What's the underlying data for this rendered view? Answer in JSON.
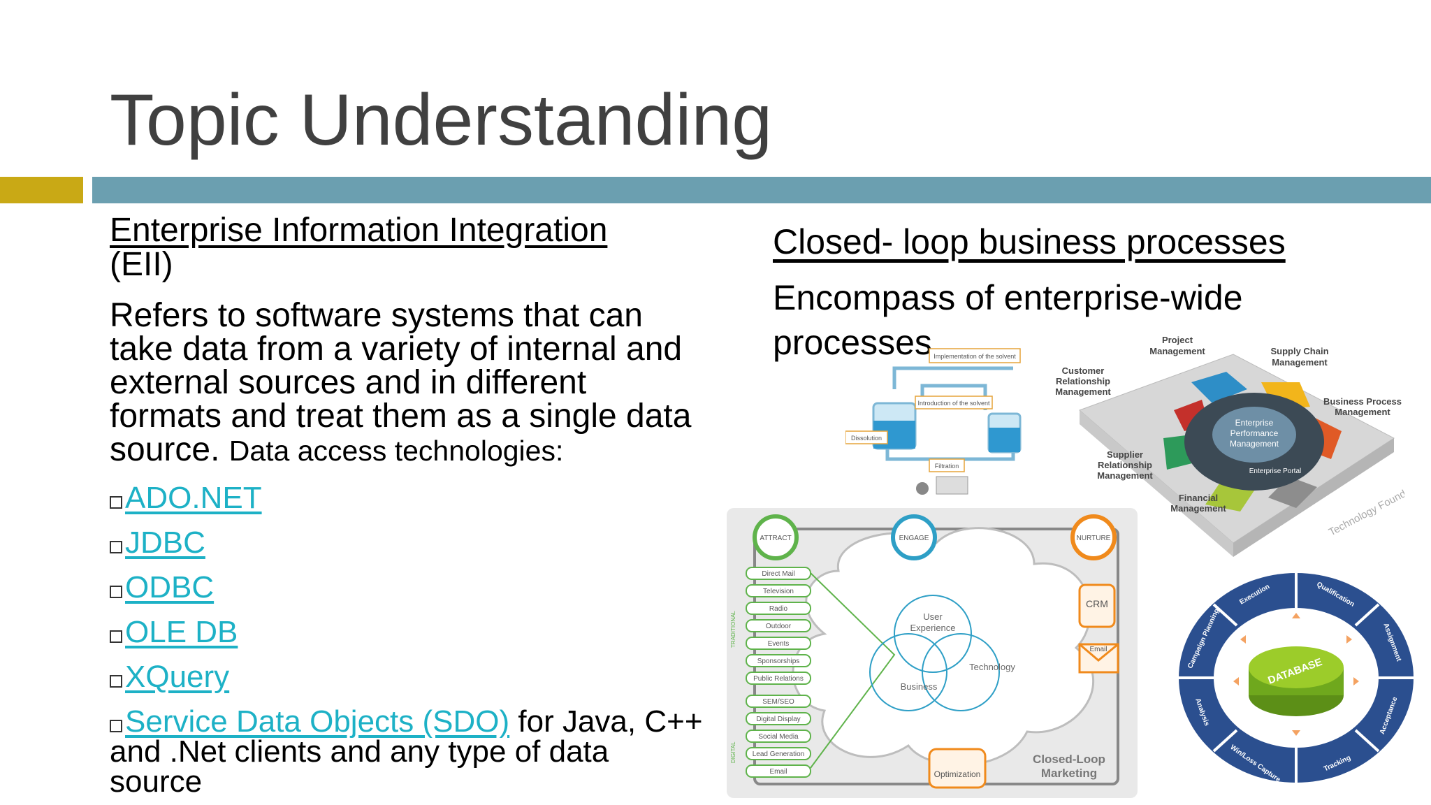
{
  "slide": {
    "title": "Topic Understanding",
    "accent_colors": {
      "gold": "#c9a915",
      "teal": "#6b9fb0",
      "link": "#1db1c6"
    }
  },
  "left": {
    "heading_underlined": "Enterprise Information Integration",
    "heading_rest": "(EII)",
    "description": "Refers to software systems that can take data from a variety of internal and external sources and in different formats and treat them as a single data source.",
    "description_tail": "Data access technologies:",
    "bullet_icon": "hollow-square-bullet",
    "links": [
      {
        "label": "ADO.NET"
      },
      {
        "label": "JDBC"
      },
      {
        "label": "ODBC"
      },
      {
        "label": "OLE DB"
      },
      {
        "label": "XQuery"
      },
      {
        "label": "Service Data Objects (SDO)",
        "suffix": " for Java, C++ and .Net clients and any type of data source"
      }
    ]
  },
  "right": {
    "heading": "Closed- loop business processes",
    "description": "Encompass of enterprise-wide processes."
  },
  "images": {
    "process_diagram": {
      "labels": [
        "Implementation of the solvent",
        "Introduction of the solvent",
        "Dissolution",
        "Filtration"
      ]
    },
    "epm_diagram": {
      "center": [
        "Enterprise",
        "Performance",
        "Management"
      ],
      "portal": "Enterprise Portal",
      "foundation": "Technology Foundation",
      "segments": [
        [
          "Project",
          "Management"
        ],
        [
          "Supply Chain",
          "Management"
        ],
        [
          "Customer",
          "Relationship",
          "Management"
        ],
        [
          "Business Process",
          "Management"
        ],
        [
          "Supplier",
          "Relationship",
          "Management"
        ],
        [
          "Financial",
          "Management"
        ]
      ]
    },
    "marketing_diagram": {
      "stages": [
        "ATTRACT",
        "ENGAGE",
        "NURTURE"
      ],
      "group_traditional": "TRADITIONAL",
      "group_digital": "DIGITAL",
      "traditional": [
        "Direct Mail",
        "Television",
        "Radio",
        "Outdoor",
        "Events",
        "Sponsorships",
        "Public Relations"
      ],
      "digital": [
        "SEM/SEO",
        "Digital Display",
        "Social Media",
        "Lead Generation",
        "Email"
      ],
      "venn": [
        "User",
        "Experience",
        "Technology",
        "Business"
      ],
      "crm": "CRM",
      "email": "Email",
      "optimization": "Optimization",
      "title": [
        "Closed-Loop",
        "Marketing"
      ]
    },
    "database_ring": {
      "center": "DATABASE",
      "segments": [
        "Execution",
        "Qualification",
        "Assignment",
        "Acceptance",
        "Tracking",
        "Win/Loss Capture",
        "Analysis",
        "Campaign Planning"
      ]
    }
  }
}
